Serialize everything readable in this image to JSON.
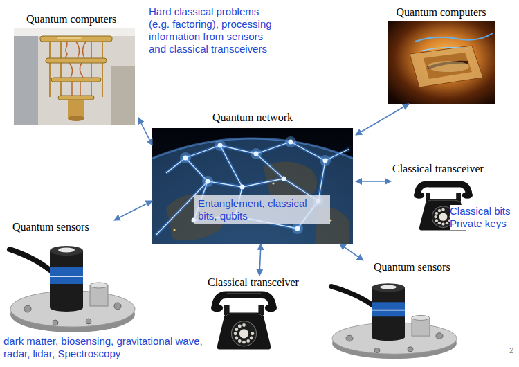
{
  "diagram": {
    "nodes": [
      {
        "text": [
          "Quantum computers",
          "Hard classical problems (e.g. factoring), processing information from sensors and classical transceivers"
        ]
      },
      {
        "text": [
          "Quantum computers"
        ]
      },
      {
        "text": [
          "Quantum network"
        ]
      },
      {
        "text": [
          "Entanglement, classical bits, qubits"
        ],
        "in": 2
      },
      {
        "text": [
          "Classical transceiver",
          "Classical bits Private keys"
        ]
      },
      {
        "text": [
          "Quantum sensors",
          "dark matter, biosensing, gravitational wave, radar, lidar, Spectroscopy"
        ]
      },
      {
        "text": [
          "Quantum sensors"
        ]
      },
      {
        "text": [
          "Classical transceiver"
        ]
      }
    ],
    "edges": [
      {
        "from": 0,
        "to": 2,
        "arrow": "both"
      },
      {
        "from": 1,
        "to": 2,
        "arrow": "both"
      },
      {
        "from": 2,
        "to": 4,
        "arrow": "both"
      },
      {
        "from": 2,
        "to": 5,
        "arrow": "both"
      },
      {
        "from": 2,
        "to": 6,
        "arrow": "both"
      },
      {
        "from": 2,
        "to": 7,
        "arrow": "both"
      }
    ],
    "labels": [
      "2"
    ]
  }
}
